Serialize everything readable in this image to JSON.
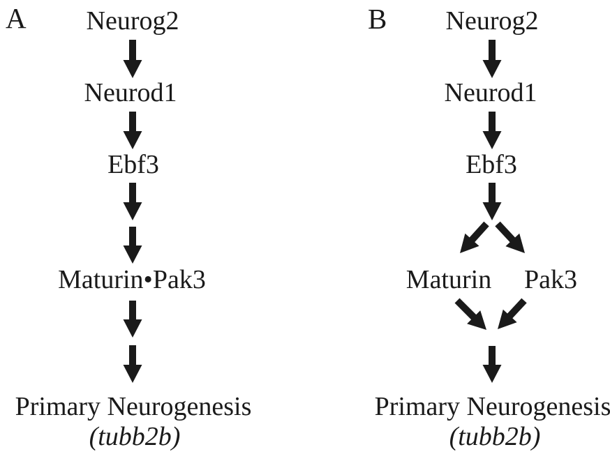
{
  "figure": {
    "background_color": "#ffffff",
    "text_color": "#1a1a1a",
    "arrow_color": "#1a1a1a"
  },
  "panel_a": {
    "label": "A",
    "nodes": {
      "neurog2": "Neurog2",
      "neurod1": "Neurod1",
      "ebf3": "Ebf3",
      "complex": "Maturin•Pak3",
      "output": "Primary Neurogenesis",
      "output_gene": "(tubb2b)"
    },
    "edges": [
      {
        "from": "Neurog2",
        "to": "Neurod1",
        "arrows": 1
      },
      {
        "from": "Neurod1",
        "to": "Ebf3",
        "arrows": 1
      },
      {
        "from": "Ebf3",
        "to": "Maturin•Pak3",
        "arrows": 2
      },
      {
        "from": "Maturin•Pak3",
        "to": "Primary Neurogenesis (tubb2b)",
        "arrows": 2
      }
    ]
  },
  "panel_b": {
    "label": "B",
    "nodes": {
      "neurog2": "Neurog2",
      "neurod1": "Neurod1",
      "ebf3": "Ebf3",
      "maturin": "Maturin",
      "pak3": "Pak3",
      "output": "Primary Neurogenesis",
      "output_gene": "(tubb2b)"
    },
    "edges": [
      {
        "from": "Neurog2",
        "to": "Neurod1",
        "arrows": 1
      },
      {
        "from": "Neurod1",
        "to": "Ebf3",
        "arrows": 1
      },
      {
        "from": "Ebf3",
        "to": "Maturin",
        "arrows": 1
      },
      {
        "from": "Ebf3",
        "to": "Pak3",
        "arrows": 1
      },
      {
        "from": "Maturin",
        "to": "Primary Neurogenesis (tubb2b)",
        "arrows": 1
      },
      {
        "from": "Pak3",
        "to": "Primary Neurogenesis (tubb2b)",
        "arrows": 1
      }
    ]
  }
}
